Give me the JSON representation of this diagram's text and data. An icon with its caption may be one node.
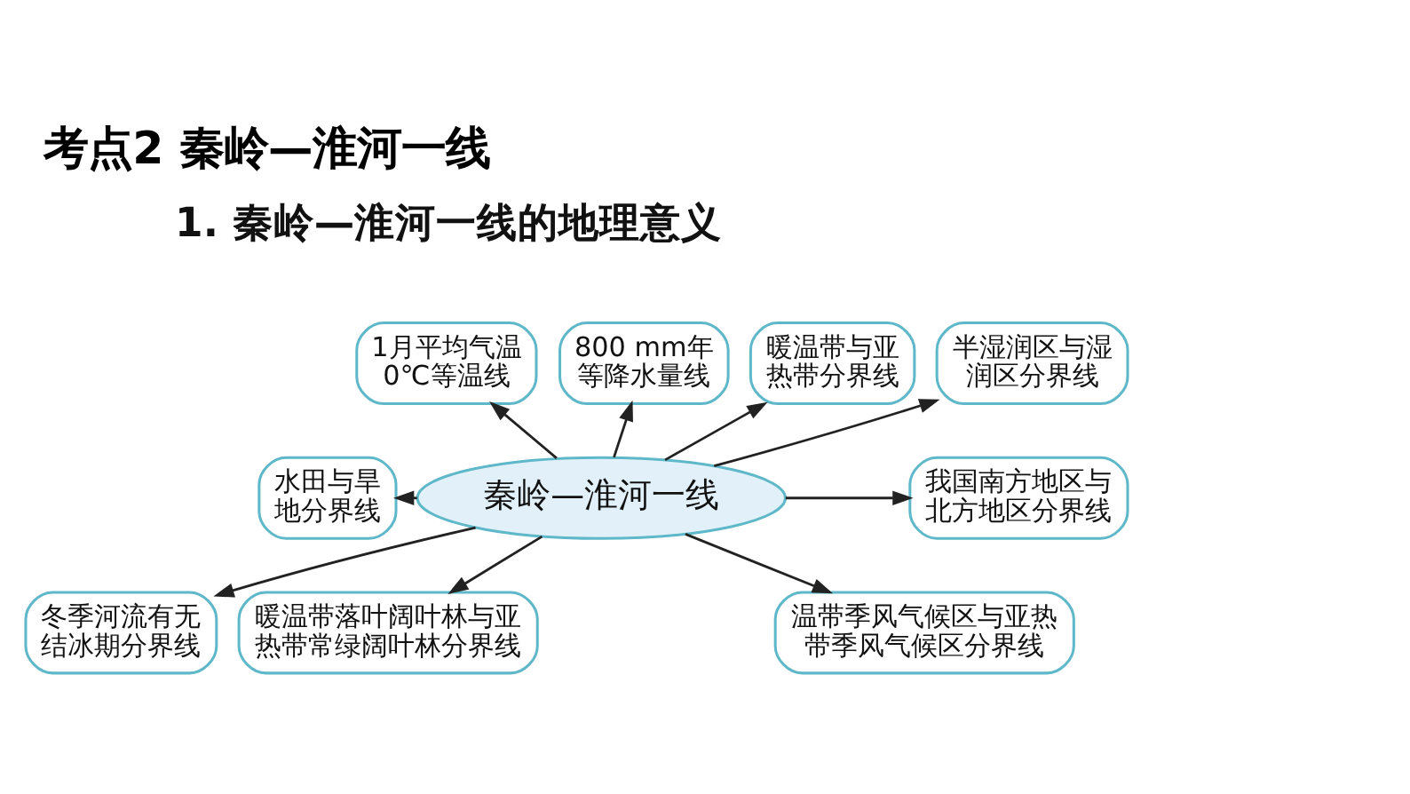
{
  "diagram": {
    "title": "考点2 秦岭—淮河一线",
    "nodes": [
      {
        "text": [
          "1月平均气温0℃等温线"
        ]
      },
      {
        "text": [
          "800 mm年等降水量线"
        ]
      },
      {
        "text": [
          "暖温带与亚热带分界线"
        ]
      },
      {
        "text": [
          "半湿润区与湿润区分界线"
        ]
      },
      {
        "text": [
          "水田与旱地分界线"
        ]
      },
      {
        "text": [
          "秦岭—淮河一线"
        ]
      },
      {
        "text": [
          "我国南方地区与北方地区分界线"
        ]
      },
      {
        "text": [
          "冬季河流有无结冰期分界线"
        ]
      },
      {
        "text": [
          "暖温带落叶阔叶林与亚热带常绿阔叶林分界线"
        ]
      },
      {
        "text": [
          "温带季风气候区与亚热带季风气候区分界线"
        ]
      }
    ],
    "edges": [
      {
        "from": 5,
        "to": 0,
        "arrow": "to"
      },
      {
        "from": 5,
        "to": 1,
        "arrow": "to"
      },
      {
        "from": 5,
        "to": 2,
        "arrow": "to"
      },
      {
        "from": 5,
        "to": 3,
        "arrow": "to"
      },
      {
        "from": 5,
        "to": 4,
        "arrow": "to"
      },
      {
        "from": 5,
        "to": 6,
        "arrow": "to"
      },
      {
        "from": 5,
        "to": 7,
        "arrow": "to"
      },
      {
        "from": 5,
        "to": 8,
        "arrow": "to"
      },
      {
        "from": 5,
        "to": 9,
        "arrow": "to"
      }
    ],
    "labels": [
      "1. 秦岭—淮河一线的地理意义"
    ]
  }
}
